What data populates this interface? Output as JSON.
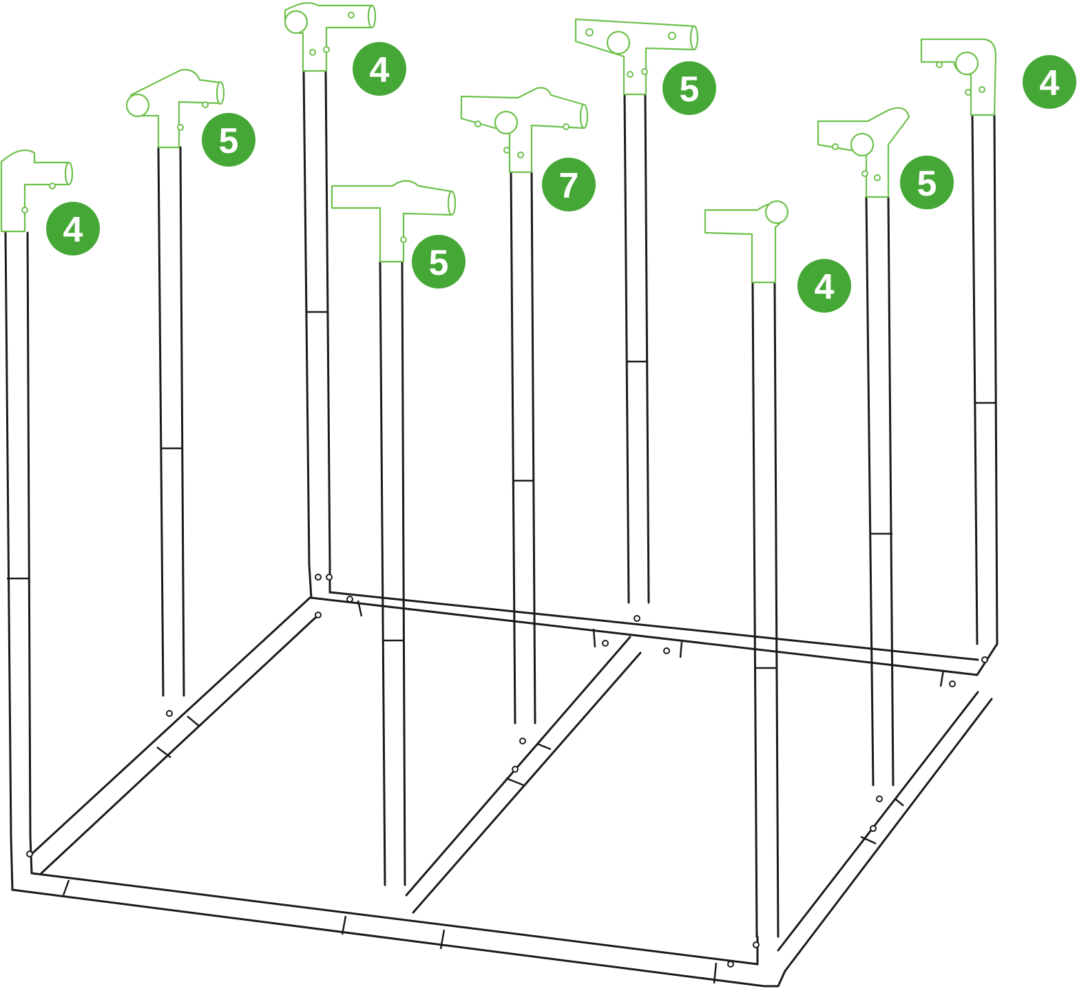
{
  "colors": {
    "badge": "#45a735",
    "fitting_outline": "#6cc04a",
    "pipe": "#1a1a1a",
    "background": "#ffffff"
  },
  "fittings": [
    {
      "id": "front-left",
      "label": "4",
      "icon": "elbow-3way-fitting-icon"
    },
    {
      "id": "left-middle-back",
      "label": "5",
      "icon": "tee-4way-fitting-icon"
    },
    {
      "id": "back-left",
      "label": "4",
      "icon": "elbow-3way-fitting-icon"
    },
    {
      "id": "front-middle",
      "label": "5",
      "icon": "tee-4way-fitting-icon"
    },
    {
      "id": "center",
      "label": "7",
      "icon": "cross-fitting-icon"
    },
    {
      "id": "back-middle",
      "label": "5",
      "icon": "tee-4way-fitting-icon"
    },
    {
      "id": "front-right",
      "label": "4",
      "icon": "elbow-3way-fitting-icon"
    },
    {
      "id": "right-middle",
      "label": "5",
      "icon": "tee-4way-fitting-icon"
    },
    {
      "id": "back-right",
      "label": "4",
      "icon": "elbow-3way-fitting-icon"
    }
  ]
}
